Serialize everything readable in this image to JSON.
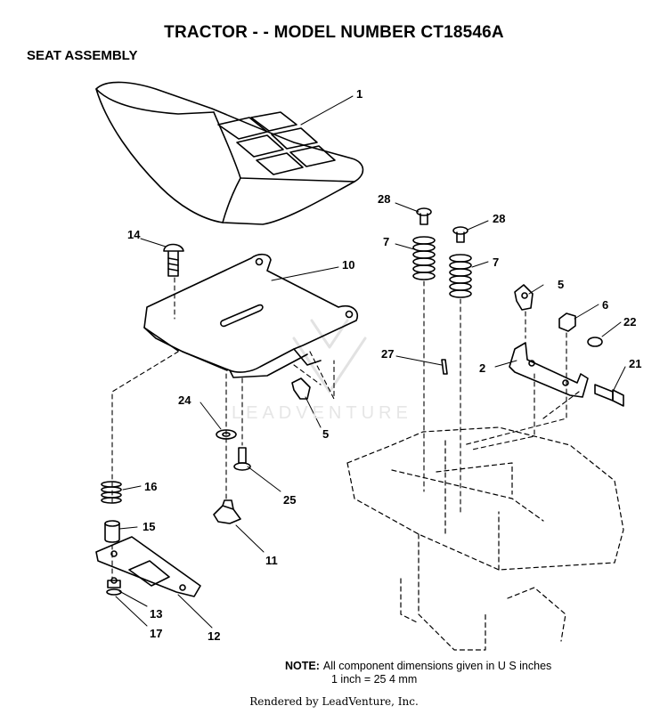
{
  "header": {
    "title": "TRACTOR - - MODEL NUMBER CT18546A",
    "subtitle": "SEAT ASSEMBLY"
  },
  "callouts": {
    "c1": "1",
    "c2": "2",
    "c5a": "5",
    "c5b": "5",
    "c6": "6",
    "c7a": "7",
    "c7b": "7",
    "c10": "10",
    "c11": "11",
    "c12": "12",
    "c13": "13",
    "c14": "14",
    "c15": "15",
    "c16": "16",
    "c17": "17",
    "c21": "21",
    "c22": "22",
    "c24": "24",
    "c25": "25",
    "c27": "27",
    "c28a": "28",
    "c28b": "28"
  },
  "watermark": "LEADVENTURE",
  "note": {
    "label": "NOTE:",
    "line1": "All component dimensions given in U S  inches",
    "line2": "1 inch = 25 4 mm"
  },
  "footer": "Rendered by LeadVenture, Inc."
}
